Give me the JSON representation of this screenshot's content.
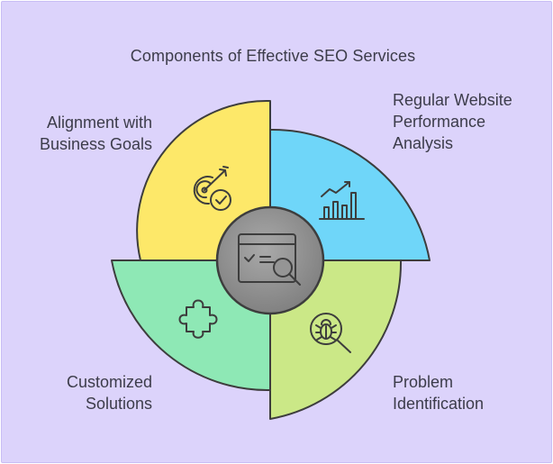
{
  "title": "Components of Effective SEO Services",
  "segments": [
    {
      "id": "alignment",
      "lines": [
        "Alignment with",
        "Business Goals"
      ],
      "color": "#fde869",
      "icon": "target-check-icon"
    },
    {
      "id": "performance",
      "lines": [
        "Regular Website",
        "Performance",
        "Analysis"
      ],
      "color": "#6fd6f9",
      "icon": "bar-chart-trend-icon"
    },
    {
      "id": "customized",
      "lines": [
        "Customized",
        "Solutions"
      ],
      "color": "#8ee8b5",
      "icon": "puzzle-piece-icon"
    },
    {
      "id": "problem",
      "lines": [
        "Problem",
        "Identification"
      ],
      "color": "#cbe887",
      "icon": "bug-search-icon"
    }
  ],
  "center": {
    "icon": "analysis-window-icon",
    "color": "#8c8c8c"
  },
  "colors": {
    "background": "#dcd3fb",
    "stroke": "#3d3d3d",
    "text": "#3c3c4a"
  }
}
